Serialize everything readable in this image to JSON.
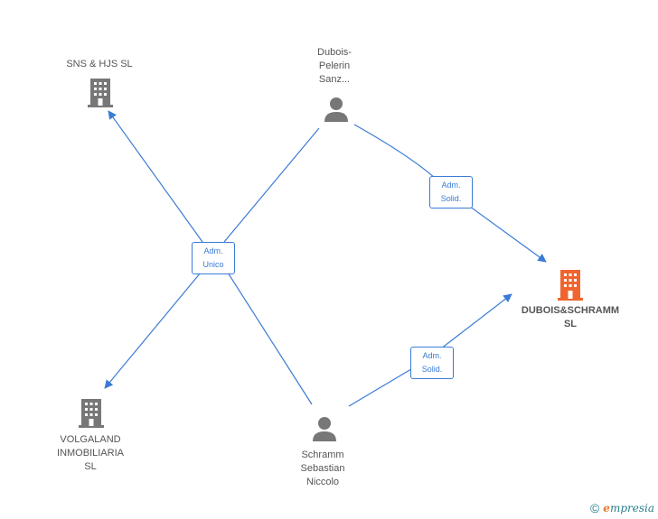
{
  "colors": {
    "edge": "#3a7bd5",
    "node_icon": "#777777",
    "highlight_icon": "#f0652f"
  },
  "nodes": {
    "sns_hjs": {
      "label": "SNS & HJS  SL",
      "type": "company"
    },
    "dubois_pelerin": {
      "label": "Dubois-\nPelerin\nSanz...",
      "type": "person"
    },
    "dubois_schramm": {
      "label": "DUBOIS&SCHRAMM\nSL",
      "type": "company",
      "highlight": true
    },
    "volgaland": {
      "label": "VOLGALAND\nINMOBILIARIA\nSL",
      "type": "company"
    },
    "schramm": {
      "label": "Schramm\nSebastian\nNiccolo",
      "type": "person"
    }
  },
  "edge_labels": {
    "adm_unico": "Adm.\nUnico",
    "adm_solid_top": "Adm.\nSolid.",
    "adm_solid_bottom": "Adm.\nSolid."
  },
  "footer": {
    "copyright": "©",
    "brand_initial": "e",
    "brand_rest": "mpresia"
  }
}
